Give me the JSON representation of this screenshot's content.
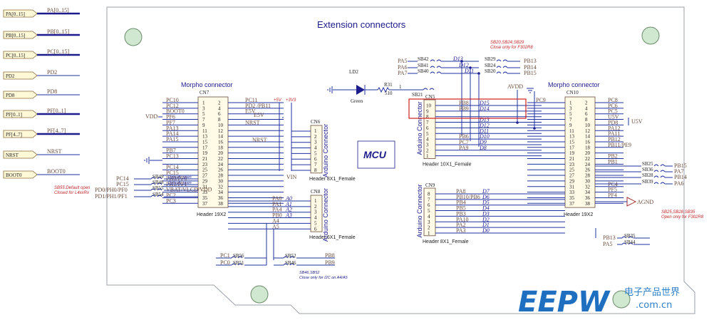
{
  "title": "Extension connectors",
  "ports": [
    {
      "label": "PA[0..15]",
      "net": "PA[0..15]",
      "bus": true
    },
    {
      "label": "PB[0..15]",
      "net": "PB[0..15]",
      "bus": true
    },
    {
      "label": "PC[0..15]",
      "net": "PC[0..15]",
      "bus": true
    },
    {
      "label": "PD2",
      "net": "PD2",
      "bus": false
    },
    {
      "label": "PD8",
      "net": "PD8",
      "bus": false
    },
    {
      "label": "PF[0..1]",
      "net": "PF[0..1]",
      "bus": true
    },
    {
      "label": "PF[4..7]",
      "net": "PF[4..7]",
      "bus": true
    },
    {
      "label": "NRST",
      "net": "NRST",
      "bus": false
    },
    {
      "label": "BOOT0",
      "net": "BOOT0",
      "bus": false
    }
  ],
  "cn7": {
    "title": "Morpho connector",
    "ref": "CN7",
    "footer": "Header 19X2",
    "left_pins": [
      "1",
      "3",
      "5",
      "7",
      "9",
      "11",
      "13",
      "15",
      "17",
      "19",
      "21",
      "23",
      "25",
      "27",
      "29",
      "31",
      "33",
      "35",
      "37"
    ],
    "right_pins": [
      "2",
      "4",
      "6",
      "8",
      "10",
      "12",
      "14",
      "16",
      "18",
      "20",
      "22",
      "24",
      "26",
      "28",
      "30",
      "32",
      "34",
      "36",
      "38"
    ],
    "left_nets": [
      "PC10",
      "PC12",
      "BOOT0",
      "PF6",
      "PF7",
      "PA13",
      "PA14",
      "PA15",
      "",
      "PB7",
      "PC13",
      "",
      "PC14",
      "PC15",
      "PH0/PF0",
      "PH1/PF1",
      "VBAT/VLCD/VDD",
      "PC2",
      "PC3"
    ],
    "right_nets": [
      "PC11",
      "PD2 /PB11",
      "E5V",
      "",
      "NRST",
      "",
      "",
      "",
      "",
      "",
      "",
      "",
      "",
      "",
      "",
      "",
      "",
      "",
      ""
    ],
    "vdd": "VDD",
    "e5v": "E5V",
    "nrst": "NRST",
    "p5v": "+5V",
    "p3v3": "+3V3",
    "vin": "VIN"
  },
  "left_sb": [
    {
      "sb": "SB49",
      "note": "Default: open"
    },
    {
      "sb": "SB48",
      "note": "Default: open"
    },
    {
      "sb": "SB55",
      "note": ""
    },
    {
      "sb": "SB54",
      "note": ""
    }
  ],
  "left_sb_nets": [
    "PC14",
    "PC15",
    "PD0/PH0/PF0",
    "PD1/PH1/PF1"
  ],
  "left_note": "SB55:Default open\nClosed for L4xxRx",
  "cn6": {
    "ref": "CN6",
    "title": "Arduino Connector",
    "footer": "Header 8X1_Female",
    "pins": [
      "1",
      "2",
      "3",
      "4",
      "5",
      "6",
      "7",
      "8"
    ]
  },
  "cn8": {
    "ref": "CN8",
    "title": "Arduino Connector",
    "footer": "Header 6X1_Female",
    "pins": [
      "1",
      "2",
      "3",
      "4",
      "5",
      "6"
    ],
    "nets": [
      "PA0",
      "PA1",
      "PA4",
      "PB0",
      "A4",
      "A5"
    ],
    "alias": [
      "A0",
      "A1",
      "A2",
      "A3",
      "",
      ""
    ]
  },
  "bottom_sb": [
    {
      "left": "PC1",
      "sb": "SB56"
    },
    {
      "left": "PC0",
      "sb": "SB51"
    },
    {
      "left": "PB8",
      "sb": "SB52"
    },
    {
      "left": "PB9",
      "sb": "SB46"
    }
  ],
  "bottom_note": "SB46,SB52\nClose only for I2C on A4/A5",
  "mcu": "MCU",
  "led": {
    "ref": "LD2",
    "label": "Green",
    "r": "R31",
    "rv": "510",
    "pin": "1",
    "sb": "SB21"
  },
  "top_sb": [
    {
      "left": "PA5",
      "sb": "SB42",
      "mid": "D13",
      "sb2": "SB29",
      "right": "PB13"
    },
    {
      "left": "PA6",
      "sb": "SB41",
      "mid": "D12",
      "sb2": "SB24",
      "right": "PB14"
    },
    {
      "left": "PA7",
      "sb": "SB40",
      "mid": "D11",
      "sb2": "SB20",
      "right": "PB15"
    }
  ],
  "top_note": "SB20,SB24,SB29\nClose only for F302R8",
  "cn5": {
    "ref": "CN5",
    "title": "Arduino Connector",
    "footer": "Header 10X1_Female",
    "pins": [
      "10",
      "9",
      "8",
      "7",
      "6",
      "5",
      "4",
      "3",
      "2",
      "1"
    ],
    "nets": [
      "PB8",
      "PB9",
      "",
      "",
      "",
      "",
      "PB6",
      "PC7",
      "PA9",
      ""
    ],
    "alias": [
      "D15",
      "D14",
      "",
      "D13",
      "D12",
      "D11",
      "D10",
      "D9",
      "D8",
      ""
    ]
  },
  "cn9": {
    "ref": "CN9",
    "title": "Arduino Connector",
    "footer": "Header 8X1_Female",
    "pins": [
      "8",
      "7",
      "6",
      "5",
      "4",
      "3",
      "2",
      "1"
    ],
    "nets": [
      "PA8",
      "PB10/PB6",
      "PB4",
      "PB5",
      "PB3",
      "PA10",
      "PA2",
      "PA3"
    ],
    "alias": [
      "D7",
      "D6",
      "D5",
      "D4",
      "D3",
      "D2",
      "D1",
      "D0"
    ]
  },
  "cn10": {
    "title": "Morpho connector",
    "ref": "CN10",
    "footer": "Header 19X2",
    "left_pins": [
      "1",
      "3",
      "5",
      "7",
      "9",
      "11",
      "13",
      "15",
      "17",
      "19",
      "21",
      "23",
      "25",
      "27",
      "29",
      "31",
      "33",
      "35",
      "37"
    ],
    "right_pins": [
      "2",
      "4",
      "6",
      "8",
      "10",
      "12",
      "14",
      "16",
      "18",
      "20",
      "22",
      "24",
      "26",
      "28",
      "30",
      "32",
      "34",
      "36",
      "38"
    ],
    "left_nets": [
      "PC9",
      "",
      "",
      "",
      "",
      "",
      "",
      "",
      "",
      "",
      "",
      "",
      "",
      "",
      "",
      "",
      "",
      "",
      ""
    ],
    "right_nets": [
      "PC8",
      "PC6",
      "PC5",
      "U5V",
      "PD8",
      "PA12",
      "PA11",
      "PB12",
      "PB11/PE9",
      "",
      "PB2",
      "PB1",
      "",
      "",
      "",
      "PC4",
      "PF5",
      "PF4",
      ""
    ],
    "avdd": "AVDD",
    "u5v": "U5V"
  },
  "right_sb": [
    {
      "sb": "SB25",
      "net": "PB15"
    },
    {
      "sb": "SB36",
      "net": "PA7"
    },
    {
      "sb": "SB28",
      "net": "PB14"
    },
    {
      "sb": "SB39",
      "net": "PA6"
    }
  ],
  "right_note": "SB25,SB28,SB35\nOpen only for F302R8",
  "agnd": "AGND",
  "br_sb": [
    {
      "left": "PB13",
      "sb": "SB35"
    },
    {
      "left": "PA5",
      "sb": "SB44"
    }
  ],
  "watermark": {
    "logo": "EEPW",
    "cn": "电子产品世界",
    "url": ".com.cn"
  },
  "colors": {
    "wire": "#2030a0",
    "label": "#6a4a3a",
    "note": "#c0282a",
    "highlight": "#d02020"
  }
}
